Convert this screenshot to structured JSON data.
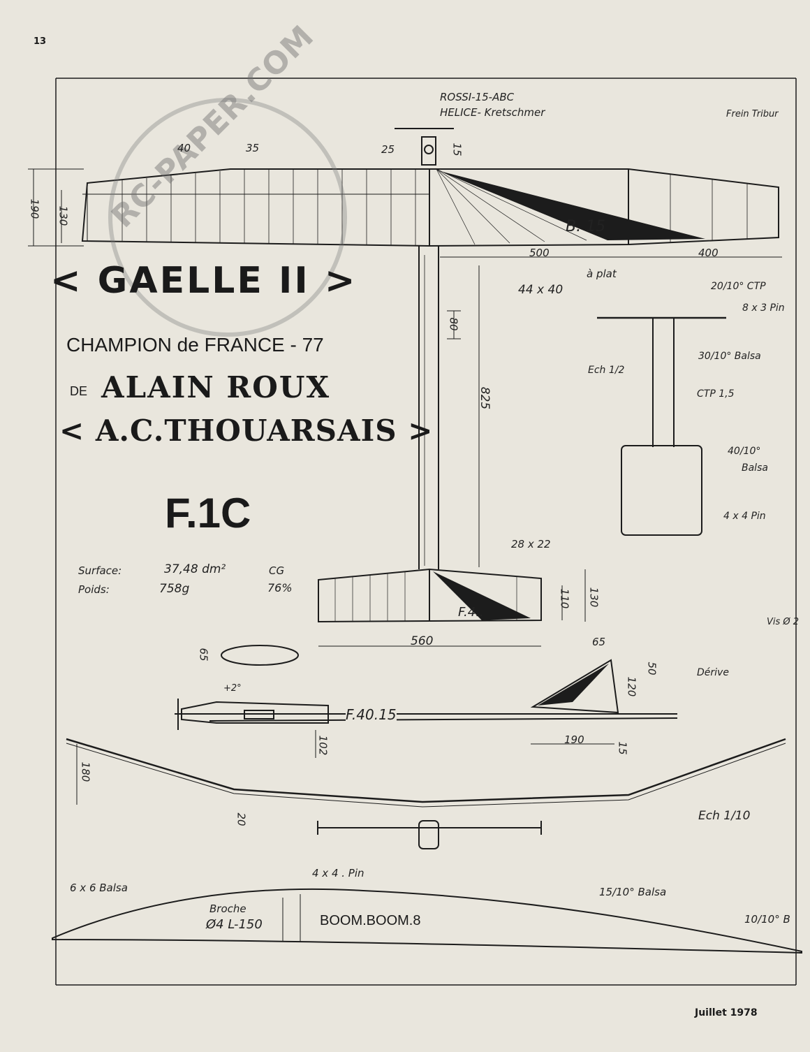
{
  "page_number": "13",
  "footer": "Juillet 1978",
  "title": "< GAELLE II >",
  "subtitle": "CHAMPION de FRANCE - 77",
  "author_prefix": "DE",
  "author": "ALAIN ROUX",
  "club": "< A.C.THOUARSAIS >",
  "category": "F.1C",
  "watermark": "RC-PAPER.COM",
  "specs": {
    "surface_label": "Surface:",
    "surface_value": "37,48 dm²",
    "cg_label": "CG",
    "cg_value": "76%",
    "weight_label": "Poids:",
    "weight_value": "758g"
  },
  "engine": {
    "motor": "ROSSI-15-ABC",
    "prop": "HELICE- Kretschmer"
  },
  "labels": {
    "frein": "Frein Tribur",
    "a_plat": "à plat",
    "pylon_section": "44 x 40",
    "tail_section": "28 x 22",
    "wing_profile_label": "B. 15",
    "tail_profile_label": "F.4..",
    "boom_profile": "F.40.15",
    "wing_airfoil": "BOOM.BOOM.8",
    "broche": "Broche",
    "broche_dim": "Ø4 L-150",
    "spar_pin": "4 x 4 . Pin",
    "le_balsa": "6 x 6 Balsa",
    "skin_balsa": "15/10° Balsa",
    "te_balsa": "10/10° B",
    "ctp_top": "20/10° CTP",
    "pin_top": "8 x 3 Pin",
    "balsa_30": "30/10° Balsa",
    "ctp_15": "CTP 1,5",
    "balsa_40": "40/10°",
    "balsa_word": "Balsa",
    "pin_4x4": "4 x 4 Pin",
    "ech_half": "Ech 1/2",
    "ech_tenth": "Ech 1/10",
    "derive": "Dérive",
    "vis": "Vis Ø 2",
    "incidence": "+2°"
  },
  "dimensions": {
    "d40": "40",
    "d35": "35",
    "d25": "25",
    "d15a": "15",
    "d190": "190",
    "d130a": "130",
    "d500": "500",
    "d400": "400",
    "d80": "80",
    "d825": "825",
    "d110": "110",
    "d130b": "130",
    "d560": "560",
    "d65a": "65",
    "d65b": "65",
    "d50": "50",
    "d120": "120",
    "d102": "102",
    "d190b": "190",
    "d15b": "15",
    "d180": "180",
    "d20": "20"
  }
}
